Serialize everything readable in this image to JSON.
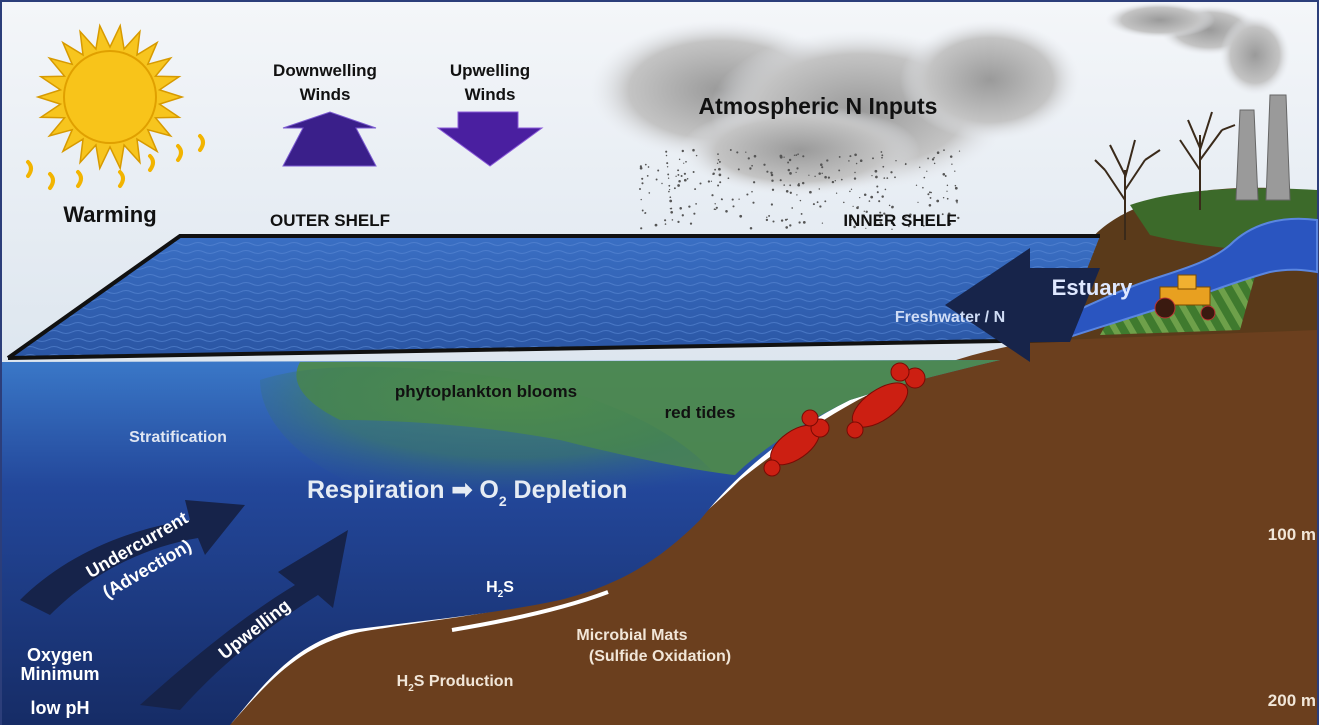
{
  "labels": {
    "warming": "Warming",
    "downwelling_1": "Downwelling",
    "downwelling_2": "Winds",
    "upwelling_winds_1": "Upwelling",
    "upwelling_winds_2": "Winds",
    "atmospheric": "Atmospheric N Inputs",
    "outer_shelf": "OUTER SHELF",
    "inner_shelf": "INNER SHELF",
    "estuary": "Estuary",
    "freshwater": "Freshwater / N",
    "phytoplankton": "phytoplankton blooms",
    "red_tides": "red tides",
    "stratification": "Stratification",
    "respiration_a": "Respiration ➡ O",
    "respiration_sub": "2",
    "respiration_b": " Depletion",
    "undercurrent_1": "Undercurrent",
    "undercurrent_2": "(Advection)",
    "upwelling_arrow": "Upwelling",
    "h2s_a": "H",
    "h2s_sub": "2",
    "h2s_b": "S",
    "microbial_1": "Microbial Mats",
    "microbial_2": "(Sulfide Oxidation)",
    "h2s_prod_a": "H",
    "h2s_prod_sub": "2",
    "h2s_prod_b": "S Production",
    "oxygen_1": "Oxygen",
    "oxygen_2": "Minimum",
    "low_ph": "low pH",
    "depth_100": "100 m",
    "depth_200": "200 m"
  },
  "colors": {
    "sky": "#e9eef4",
    "surface_water": "#2f5fb3",
    "deep_water": "#1e3a78",
    "bloom_green": "#4f8a4a",
    "sediment": "#6b3f1e",
    "arrow_dark": "#17244a",
    "wind_arrow": "#3a1f8a",
    "sun": "#f7c51e",
    "lobster": "#cc1f12"
  }
}
